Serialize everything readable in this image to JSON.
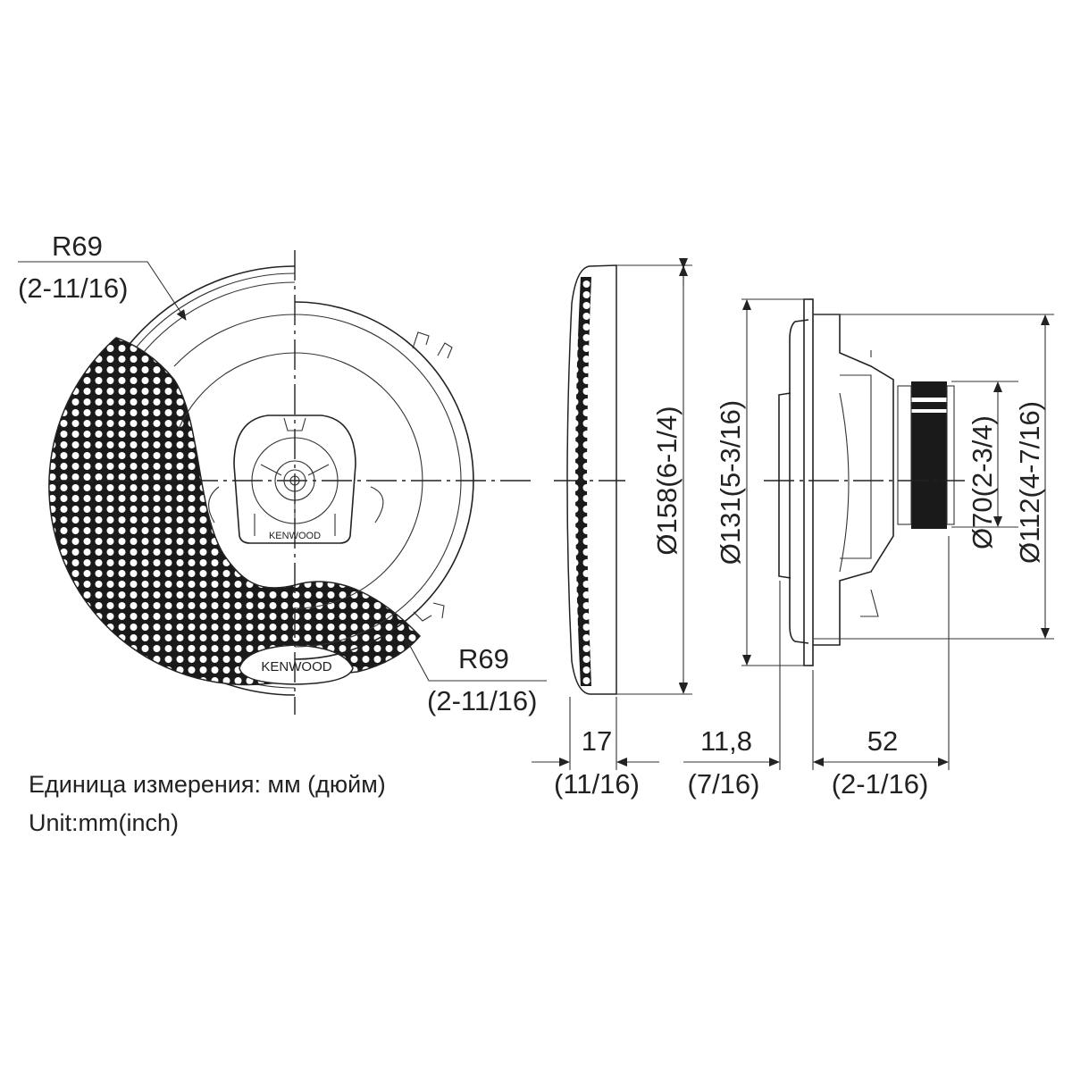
{
  "brand": "KENWOOD",
  "front_view": {
    "radius_top": {
      "value": "R69",
      "inch": "(2-11/16)"
    },
    "radius_bottom": {
      "value": "R69",
      "inch": "(2-11/16)"
    },
    "grille_logo": "KENWOOD",
    "tweeter_logo": "KENWOOD"
  },
  "side_view_grille": {
    "diameter": "Ø158(6-1/4)",
    "depth": {
      "mm": "17",
      "inch": "(11/16)"
    }
  },
  "side_view_speaker": {
    "flange_diameter": "Ø131(5-3/16)",
    "magnet_diameter": "Ø70(2-3/4)",
    "mount_diameter": "Ø112(4-7/16)",
    "front_depth": {
      "mm": "11,8",
      "inch": "(7/16)"
    },
    "mount_depth": {
      "mm": "52",
      "inch": "(2-1/16)"
    }
  },
  "units": {
    "ru": "Единица измерения: мм (дюйм)",
    "en": "Unit:mm(inch)"
  }
}
